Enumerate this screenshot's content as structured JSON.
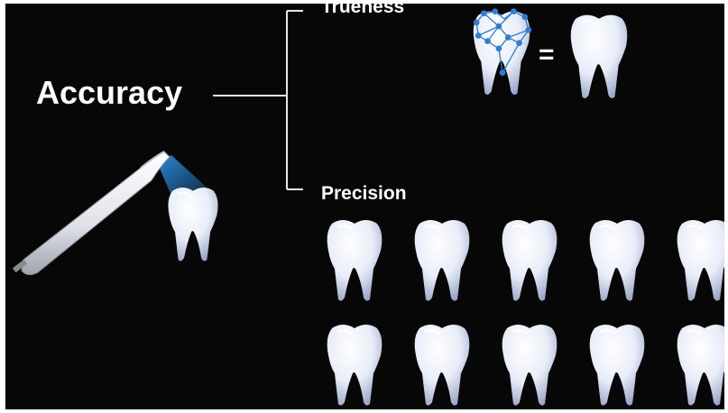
{
  "diagram": {
    "root_label": "Accuracy",
    "branches": [
      {
        "label": "Trueness"
      },
      {
        "label": "Precision"
      }
    ],
    "equals_sign": "="
  },
  "colors": {
    "background": "#070707",
    "text": "#ffffff",
    "tooth": "#e8edf8",
    "tooth_shadow": "#9aa6c9",
    "scan_light": "#2a8fe0",
    "mesh": "#2f7fd3"
  },
  "icons": [
    "intraoral-scanner-icon",
    "tooth-icon",
    "tooth-mesh-icon"
  ],
  "precision_grid": {
    "rows": 2,
    "columns": 5
  }
}
